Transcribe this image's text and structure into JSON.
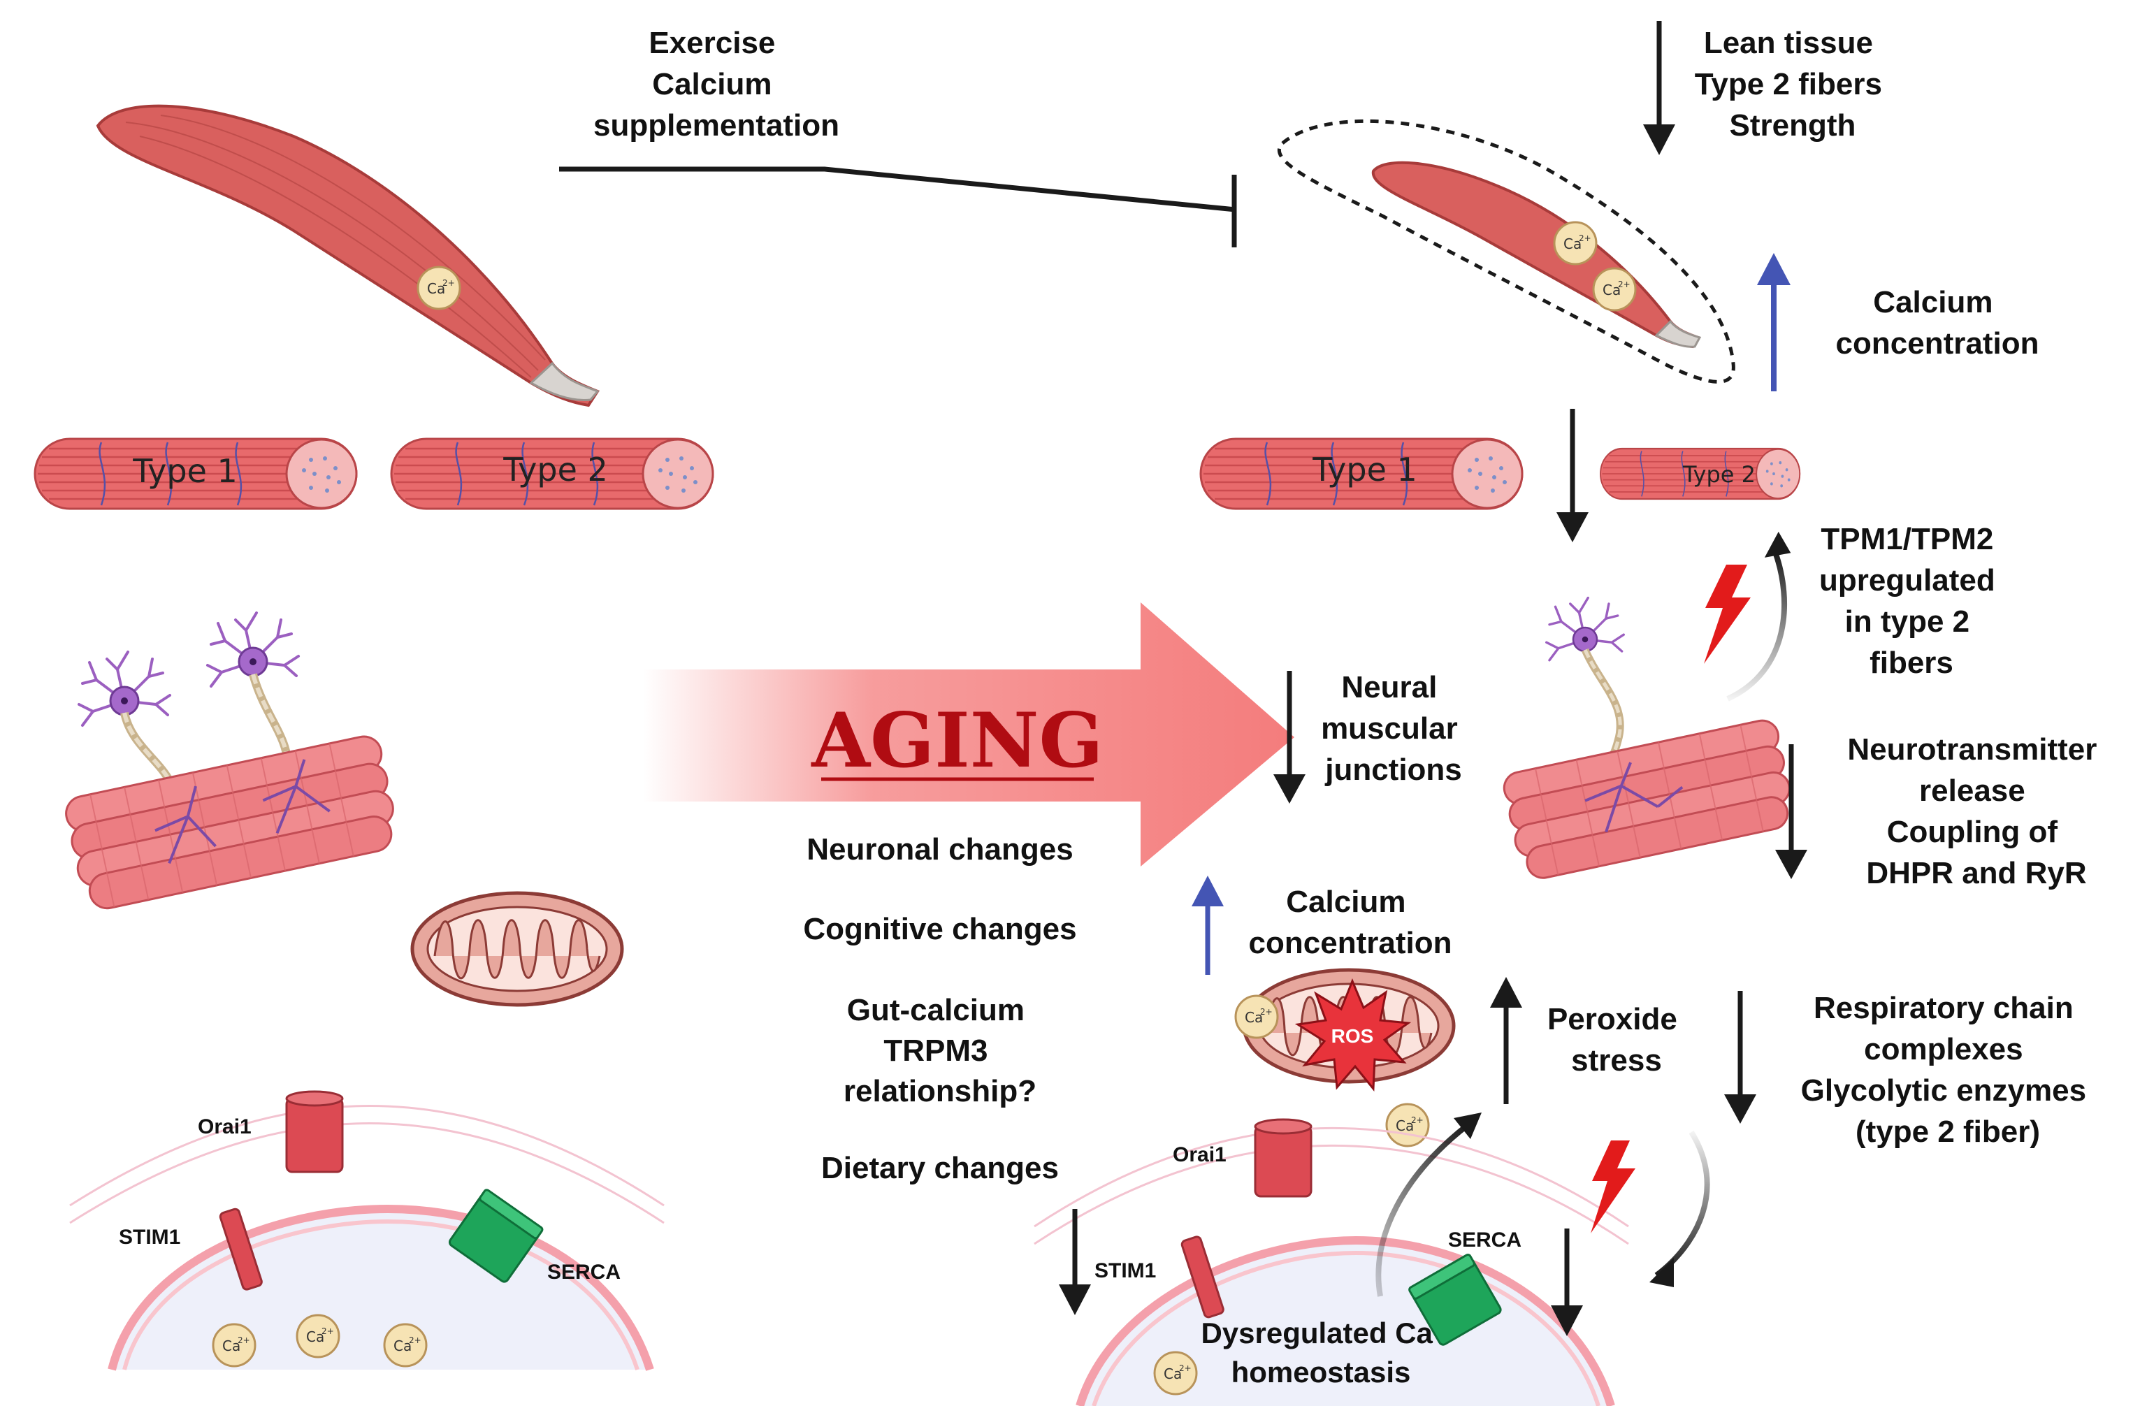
{
  "colors": {
    "muscle": "#d9605e",
    "muscle_dark": "#a83b3a",
    "fiber": "#e86a6c",
    "fiber_stripe": "#c54449",
    "tendon": "#d8d4d0",
    "neuron": "#9b5fc0",
    "arrow_black": "#1a1a1a",
    "arrow_blue": "#4455b4",
    "lightning": "#e21b1b",
    "aging_text": "#b00c12",
    "aging_arrow": "#f47c7c",
    "calcium_fill": "#f6e3b4",
    "channel_red": "#dc4a53",
    "serca_green": "#1ea55a",
    "membrane": "#f3a7b5",
    "ros": "#e8333b"
  },
  "icons": [
    "muscle-icon",
    "muscle-fiber-icon",
    "neuron-icon",
    "mitochondrion-icon",
    "calcium-ion-icon",
    "lightning-icon",
    "ros-burst-icon",
    "orai1-channel-icon",
    "stim1-icon",
    "serca-pump-icon"
  ],
  "left_panel": {
    "intervention": [
      "Exercise",
      "Calcium",
      "supplementation"
    ],
    "calcium_ion": "Ca",
    "calcium_charge": "2+",
    "fibers": [
      "Type 1",
      "Type 2"
    ],
    "membrane_labels": {
      "orai1": "Orai1",
      "stim1": "STIM1",
      "serca": "SERCA"
    }
  },
  "center": {
    "aging": "AGING",
    "changes": [
      [
        "Neuronal changes"
      ],
      [
        "Cognitive changes"
      ],
      [
        "Gut-calcium",
        "TRPM3",
        "relationship?"
      ],
      [
        "Dietary changes"
      ]
    ],
    "neural": [
      "Neural",
      "muscular",
      "junctions"
    ],
    "calcium_mito": [
      "Calcium",
      "concentration"
    ]
  },
  "right_panel": {
    "lean": [
      "Lean tissue",
      "Type 2 fibers",
      "Strength"
    ],
    "calcium_top": [
      "Calcium",
      "concentration"
    ],
    "fibers": [
      "Type 1",
      "Type 2"
    ],
    "tpm": [
      "TPM1/TPM2",
      "upregulated",
      "in type 2",
      "fibers"
    ],
    "neurotransmitter": [
      "Neurotransmitter",
      "release",
      "Coupling of",
      "DHPR and RyR"
    ],
    "peroxide": [
      "Peroxide",
      "stress"
    ],
    "respiratory": [
      "Respiratory chain",
      "complexes",
      "Glycolytic enzymes",
      "(type 2 fiber)"
    ],
    "ros": "ROS",
    "dysregulated": [
      "Dysregulated Ca",
      "homeostasis"
    ],
    "membrane_labels": {
      "orai1": "Orai1",
      "stim1": "STIM1",
      "serca": "SERCA"
    }
  }
}
